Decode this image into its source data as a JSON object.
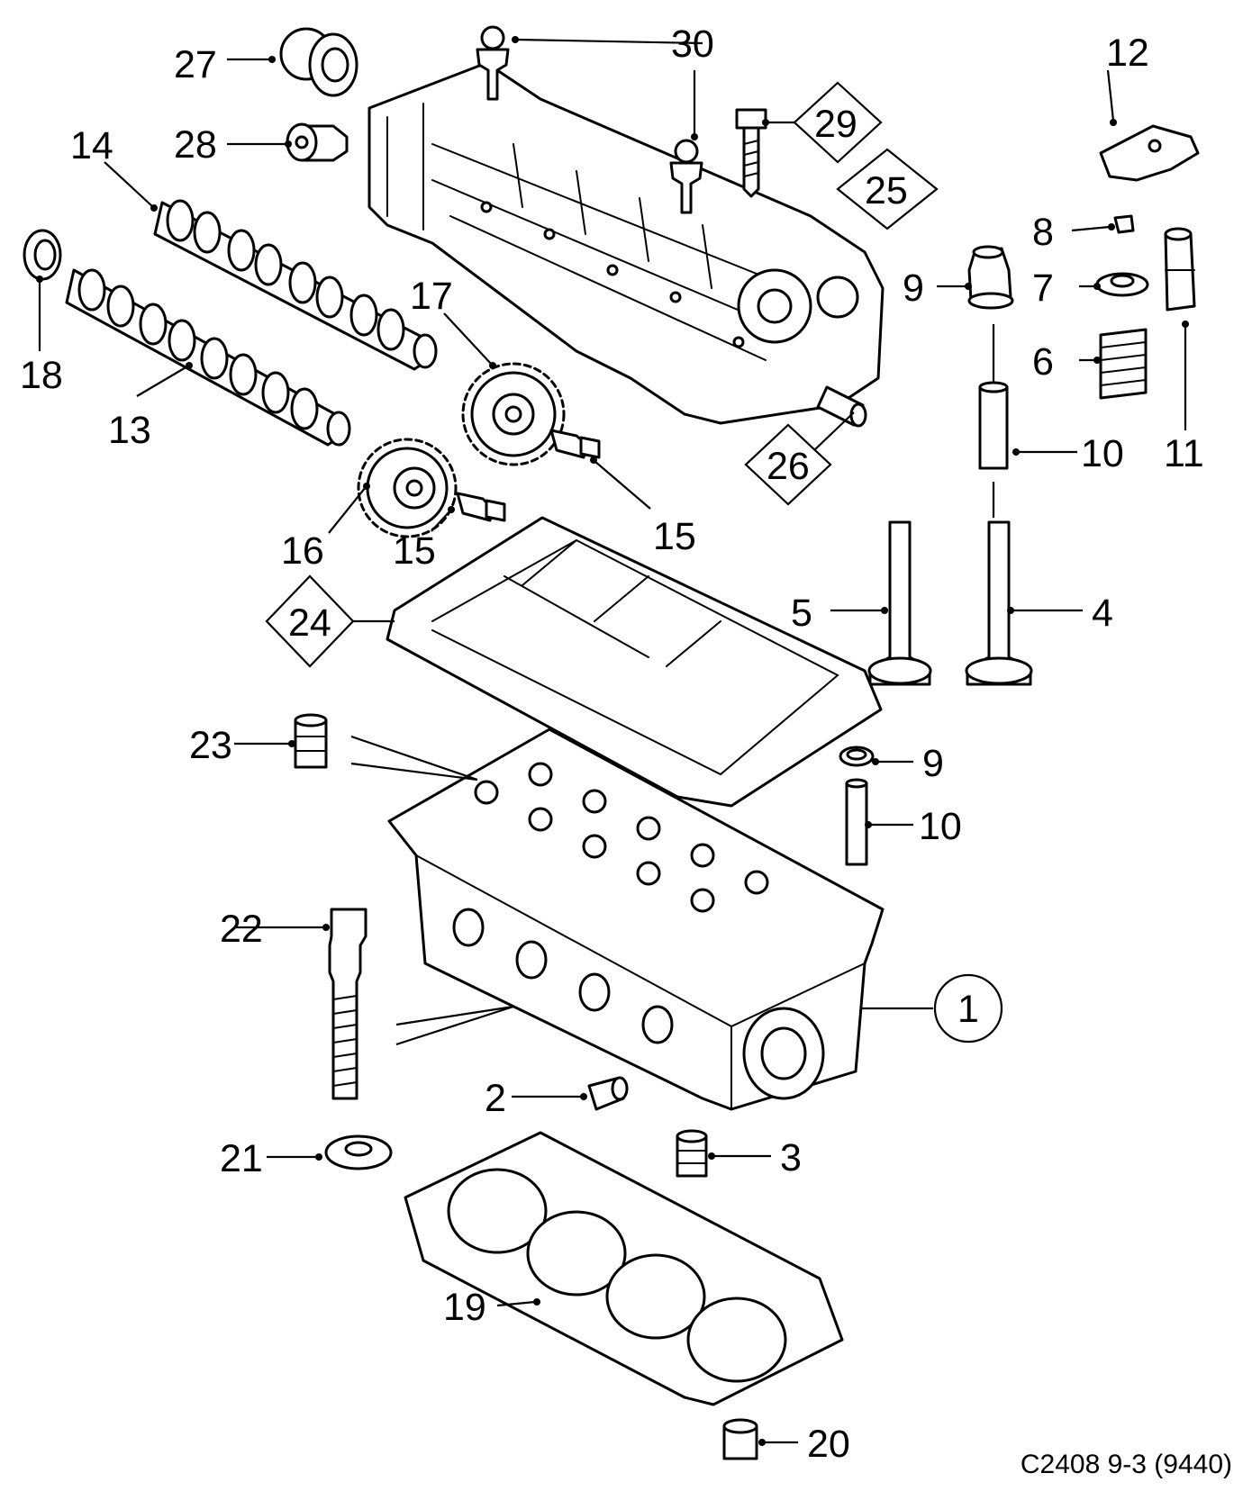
{
  "diagram": {
    "reference_code": "C2408 9-3 (9440)",
    "callouts": {
      "c1": "1",
      "c2": "2",
      "c3": "3",
      "c4": "4",
      "c5": "5",
      "c6": "6",
      "c7": "7",
      "c8": "8",
      "c9a": "9",
      "c9b": "9",
      "c10a": "10",
      "c10b": "10",
      "c11": "11",
      "c12": "12",
      "c13": "13",
      "c14": "14",
      "c15a": "15",
      "c15b": "15",
      "c16": "16",
      "c17": "17",
      "c18": "18",
      "c19": "19",
      "c20": "20",
      "c21": "21",
      "c22": "22",
      "c23": "23",
      "c24": "24",
      "c25": "25",
      "c26": "26",
      "c27": "27",
      "c28": "28",
      "c29": "29",
      "c30": "30"
    }
  }
}
